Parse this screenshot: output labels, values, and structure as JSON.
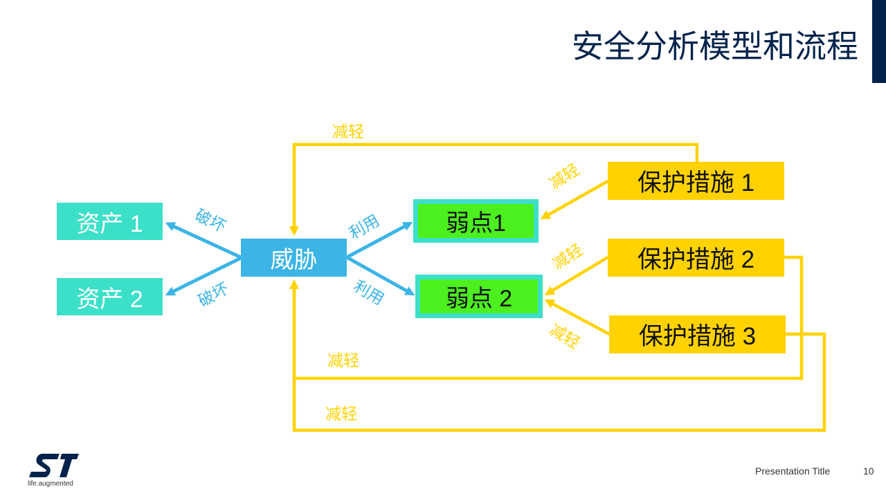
{
  "slide": {
    "title": "安全分析模型和流程",
    "footer_title": "Presentation Title",
    "page_number": "10"
  },
  "logo": {
    "text": "ST",
    "tagline": "life.augmented"
  },
  "diagram": {
    "nodes": {
      "asset_1": "资产 1",
      "asset_2": "资产 2",
      "threat": "威胁",
      "vulnerability_1": "弱点1",
      "vulnerability_2": "弱点 2",
      "protection_1": "保护措施 1",
      "protection_2": "保护措施 2",
      "protection_3": "保护措施 3"
    },
    "edges": {
      "threat_damages_asset_1": "破坏",
      "threat_damages_asset_2": "破坏",
      "threat_exploits_vulnerability_1": "利用",
      "threat_exploits_vulnerability_2": "利用",
      "protection_1_mitigates_vulnerability_1": "减轻",
      "protection_2_mitigates_vulnerability_2": "减轻",
      "protection_3_mitigates_vulnerability_2": "减轻",
      "protection_1_mitigates_threat": "减轻",
      "protection_2_mitigates_threat": "减轻",
      "protection_3_mitigates_threat": "减轻"
    }
  },
  "colors": {
    "navy": "#03234B",
    "asset": "#3CE0C8",
    "threat": "#3CB4E6",
    "vulnerability": "#4CF01E",
    "protection": "#FFD200",
    "text_dark": "#111111",
    "footer_text": "#333333"
  }
}
